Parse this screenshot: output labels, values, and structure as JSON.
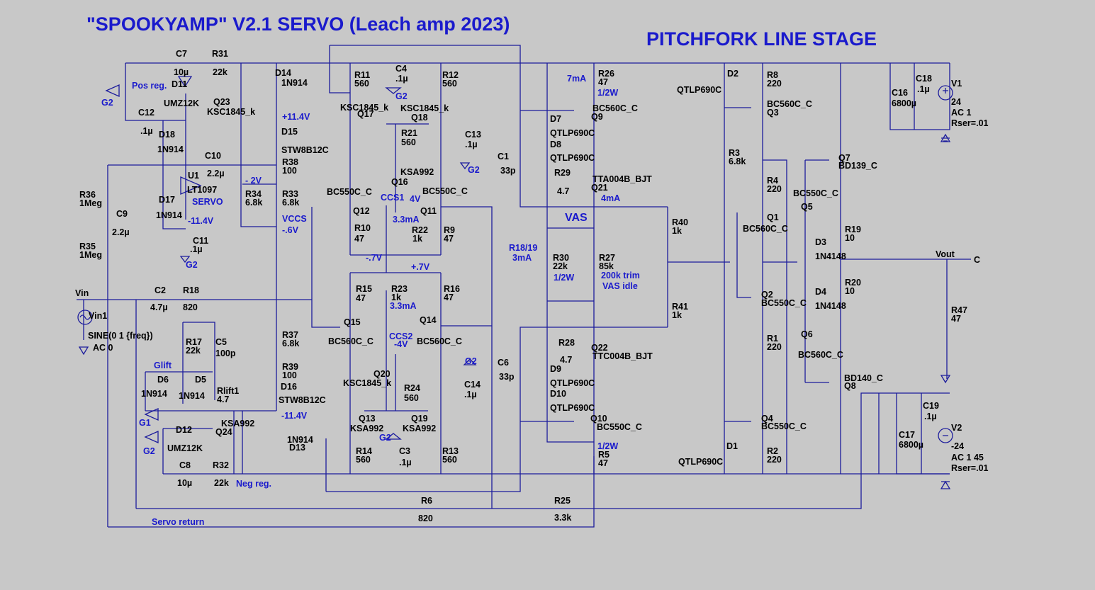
{
  "title": "\"SPOOKYAMP\" V2.1 SERVO (Leach amp 2023)",
  "subtitle": "PITCHFORK  LINE STAGE",
  "colors": {
    "background": "#c8c8c8",
    "wire": "#1c1c9c",
    "annotation": "#1a1acc",
    "label": "#000000"
  },
  "labels": [
    "C7",
    "10µ",
    "R31",
    "22k",
    "Pos reg.",
    "D11",
    "UMZ12K",
    "Q23",
    "KSC1845_k",
    "G2",
    "C12",
    ".1µ",
    "D18",
    "1N914",
    "D14",
    "1N914",
    "+11.4V",
    "D15",
    "STW8B12C",
    "R38",
    "100",
    "R33",
    "6.8k",
    "C10",
    "2.2µ",
    "U1",
    "LT1097",
    "SERVO",
    "- 2V",
    "R34",
    "6.8k",
    "-11.4V",
    "R36",
    "1Meg",
    "C9",
    "2.2µ",
    "R35",
    "1Meg",
    "D17",
    "1N914",
    "C11",
    ".1µ",
    "G2",
    "VCCS",
    "-.6V",
    "R11",
    "560",
    "C4",
    ".1µ",
    "G2",
    "R12",
    "560",
    "KSC1845_k",
    "Q17",
    "KSC1845_k",
    "Q18",
    "R21",
    "560",
    "C13",
    ".1µ",
    "G2",
    "Q16",
    "KSA992",
    "BC550C_C",
    "CCS1",
    "4V",
    "BC550C_C",
    "Q12",
    "Q11",
    "3.3mA",
    "R22",
    "1k",
    "R10",
    "47",
    "R9",
    "47",
    "-.7V",
    "+.7V",
    "Vin",
    "C2",
    "4.7µ",
    "R18",
    "820",
    "Vin1",
    "SINE(0 1 {freq})",
    "AC 0",
    "R17",
    "22k",
    "C5",
    "100p",
    "R15",
    "47",
    "R23",
    "1k",
    "R16",
    "47",
    "3.3mA",
    "Q15",
    "BC560C_C",
    "CCS2",
    "-4V",
    "Q14",
    "BC560C_C",
    "R37",
    "6.8k",
    "R39",
    "100",
    "D16",
    "STW8B12C",
    "-11.4V",
    "Q20",
    "KSC1845_k",
    "R24",
    "560",
    "G2",
    "C14",
    ".1µ",
    "Glift",
    "D6",
    "1N914",
    "D5",
    "1N914",
    "Rlift1",
    "4.7",
    "G1",
    "D12",
    "UMZ12K",
    "Q24",
    "KSA992",
    "G2",
    "1N914",
    "D13",
    "Q13",
    "KSA992",
    "Q19",
    "KSA992",
    "G2",
    "C3",
    ".1µ",
    "R14",
    "560",
    "R13",
    "560",
    "C8",
    "10µ",
    "R32",
    "22k",
    "Neg reg.",
    "C1",
    "33p",
    "7mA",
    "R26",
    "47",
    "1/2W",
    "D7",
    "QTLP690C",
    "Q9",
    "BC560C_C",
    "D8",
    "QTLP690C",
    "R29",
    "4.7",
    "Q21",
    "TTA004B_BJT",
    "4mA",
    "VAS",
    "R18/19",
    "3mA",
    "R30",
    "22k",
    "1/2W",
    "R27",
    "85k",
    "200k trim",
    "VAS idle",
    "C6",
    "33p",
    "R28",
    "4.7",
    "Q22",
    "TTC004B_BJT",
    "D9",
    "QTLP690C",
    "D10",
    "QTLP690C",
    "Q10",
    "BC550C_C",
    "1/2W",
    "R5",
    "47",
    "QTLP690C",
    "D2",
    "R8",
    "220",
    "BC560C_C",
    "Q3",
    "R3",
    "6.8k",
    "R4",
    "220",
    "Q1",
    "BC560C_C",
    "Q2",
    "BC550C_C",
    "R1",
    "220",
    "Q4",
    "BC550C_C",
    "D1",
    "QTLP690C",
    "R2",
    "220",
    "R40",
    "1k",
    "R41",
    "1k",
    "C16",
    "6800µ",
    "C18",
    ".1µ",
    "V1",
    "24",
    "AC 1",
    "Rser=.01",
    "Q7",
    "BD139_C",
    "Q5",
    "BC550C_C",
    "D3",
    "1N4148",
    "R19",
    "10",
    "Vout",
    "C",
    "R20",
    "10",
    "D4",
    "1N4148",
    "Q6",
    "BC560C_C",
    "R47",
    "47",
    "Q8",
    "BD140_C",
    "C17",
    "6800µ",
    "C19",
    ".1µ",
    "V2",
    "-24",
    "AC 1 45",
    "Rser=.01",
    "R6",
    "820",
    "R25",
    "3.3k",
    "Servo return"
  ]
}
